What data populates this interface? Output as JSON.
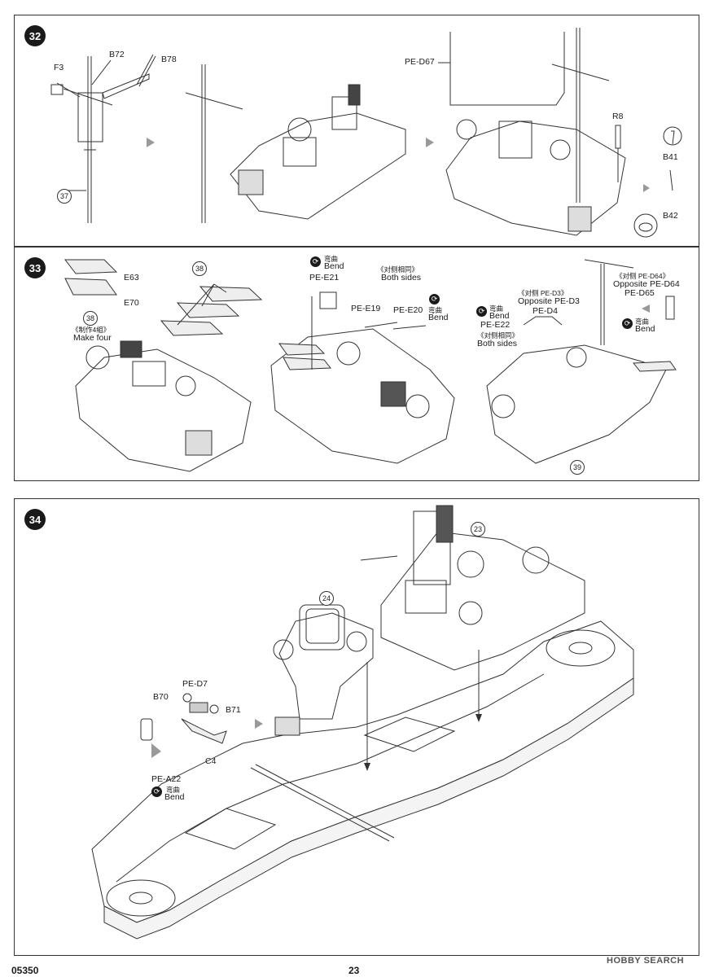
{
  "steps": {
    "s32": {
      "number": "32",
      "labels": {
        "f3": "F3",
        "b72": "B72",
        "b78": "B78",
        "p37": "37",
        "pe_d67": "PE-D67",
        "r8": "R8",
        "b41": "B41",
        "b42": "B42"
      }
    },
    "s33": {
      "number": "33",
      "labels": {
        "e63": "E63",
        "e70": "E70",
        "p38a": "38",
        "p38b": "38",
        "make_four_cn": "《制作4組》",
        "make_four": "Make four",
        "bend_cn": "弯曲",
        "bend": "Bend",
        "pe_e21": "PE-E21",
        "both_sides_cn": "《对侧相同》",
        "both_sides": "Both sides",
        "pe_e19": "PE-E19",
        "pe_e20": "PE-E20",
        "opp_d64_cn": "《对侧 PE-D64》",
        "opp_d64": "Opposite PE-D64",
        "pe_d65": "PE-D65",
        "opp_d3_cn": "《对侧 PE-D3》",
        "opp_d3": "Opposite PE-D3",
        "pe_d4": "PE-D4",
        "pe_e22": "PE-E22",
        "p39": "39"
      }
    },
    "s34": {
      "number": "34",
      "labels": {
        "p23": "23",
        "p24": "24",
        "pe_d7": "PE-D7",
        "b70": "B70",
        "b71": "B71",
        "c4": "C4",
        "pe_a22": "PE-A22",
        "bend_cn": "弯曲",
        "bend": "Bend"
      }
    }
  },
  "footer": {
    "code": "05350",
    "page": "23"
  },
  "watermark": "HOBBY SEARCH"
}
